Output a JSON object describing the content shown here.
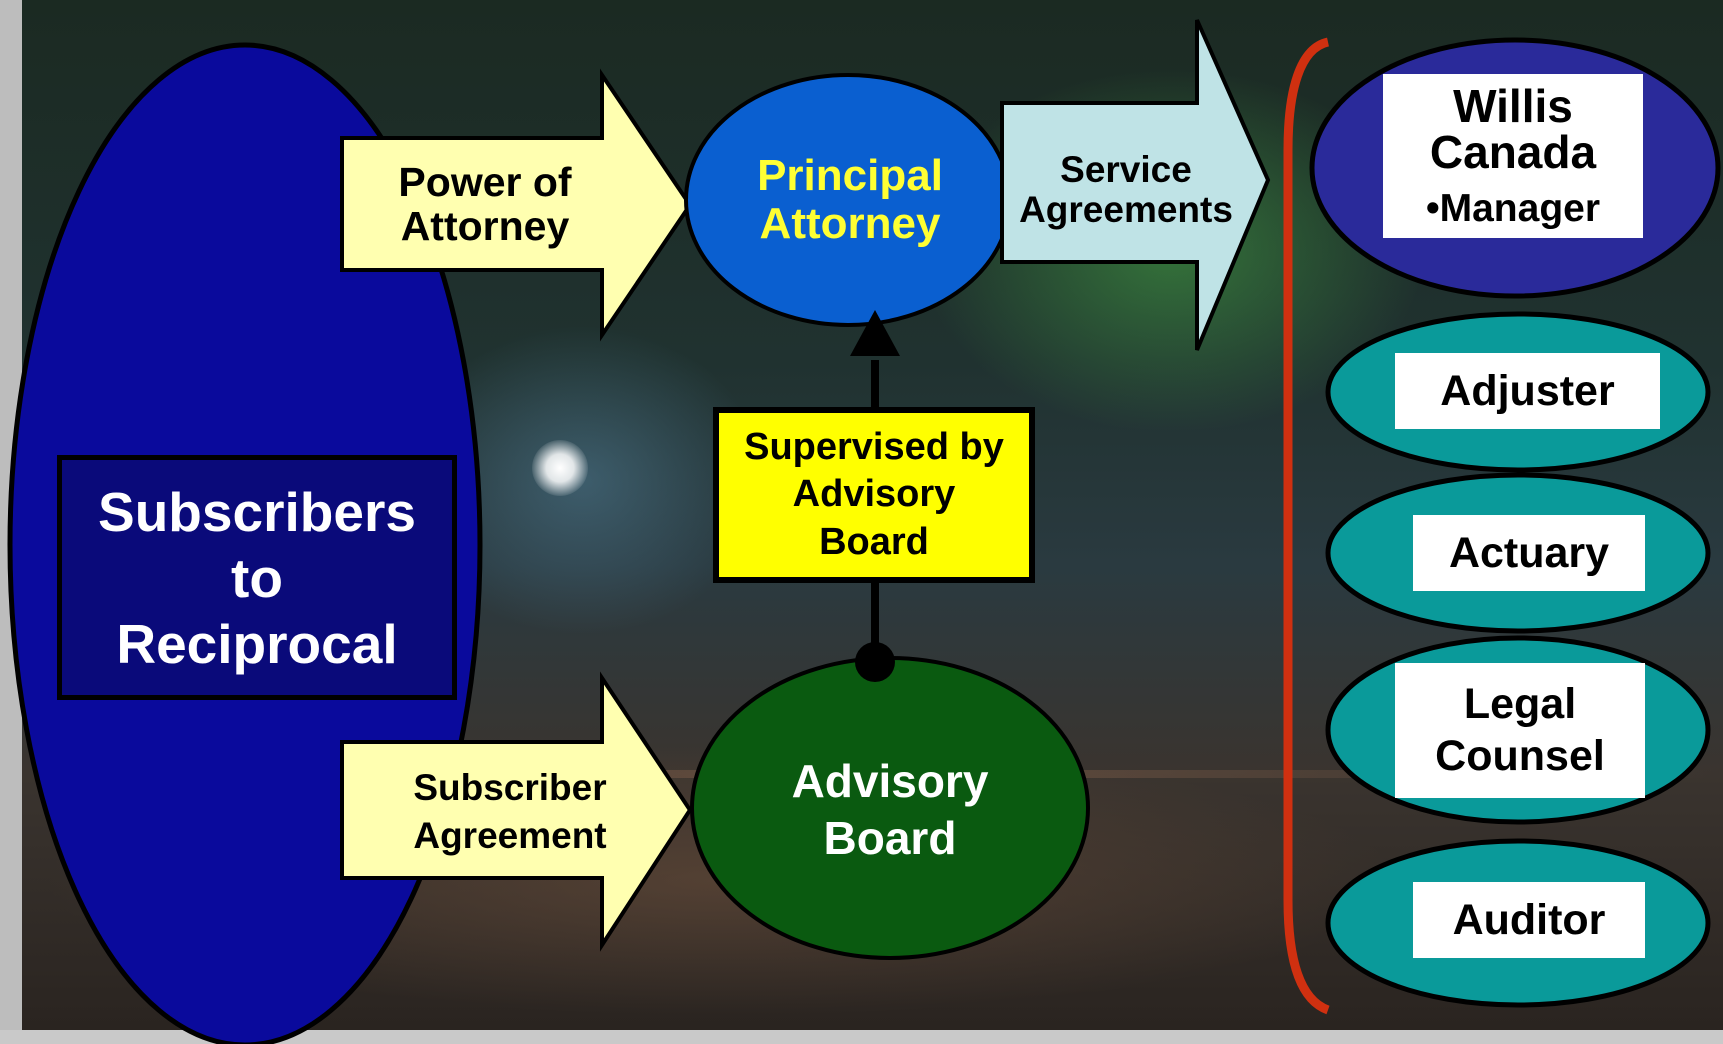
{
  "nodes": {
    "subscribers": {
      "label": "Subscribers\nto\nReciprocal"
    },
    "power_of_attorney": {
      "label": "Power of\nAttorney"
    },
    "principal_attorney": {
      "label": "Principal\nAttorney"
    },
    "service_agreements": {
      "label": "Service\nAgreements"
    },
    "supervised_by": {
      "label": "Supervised by\nAdvisory\nBoard"
    },
    "subscriber_agreement": {
      "label": "Subscriber\nAgreement"
    },
    "advisory_board": {
      "label": "Advisory\nBoard"
    },
    "willis_canada": {
      "title": "Willis\nCanada",
      "sub": "•Manager"
    },
    "adjuster": {
      "label": "Adjuster"
    },
    "actuary": {
      "label": "Actuary"
    },
    "legal_counsel": {
      "label": "Legal\nCounsel"
    },
    "auditor": {
      "label": "Auditor"
    }
  },
  "colors": {
    "subscribers_fill": "#0a0a9c",
    "arrow_yellow": "#ffffb0",
    "principal_fill": "#0a5fd0",
    "principal_text": "#ffff33",
    "service_fill": "#bfe3e6",
    "supervised_fill": "#ffff00",
    "advisory_fill": "#0a5a10",
    "willis_fill": "#2a2a9a",
    "provider_fill": "#0a9a9a",
    "bracket": "#d03010"
  }
}
